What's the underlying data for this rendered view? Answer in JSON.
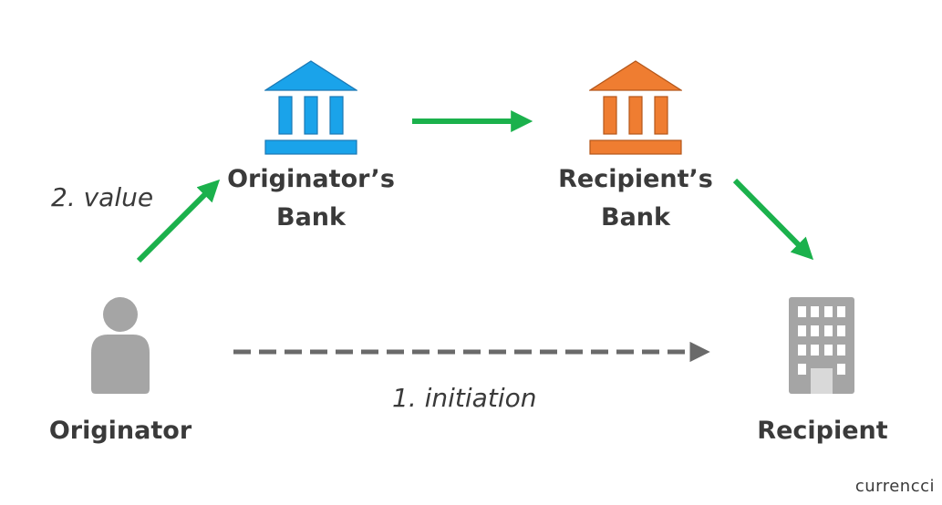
{
  "nodes": {
    "originator_bank": {
      "line1": "Originator’s",
      "line2": "Bank",
      "color": "#1aa3ea"
    },
    "recipient_bank": {
      "line1": "Recipient’s",
      "line2": "Bank",
      "color": "#ef7d31"
    },
    "originator": {
      "label": "Originator",
      "color": "#a5a5a5"
    },
    "recipient": {
      "label": "Recipient",
      "color": "#a5a5a5"
    }
  },
  "steps": {
    "initiation": "1. initiation",
    "value": "2. value"
  },
  "colors": {
    "value_flow": "#1bb14c",
    "initiation_flow": "#6a6a6a"
  },
  "brand": "currencci"
}
